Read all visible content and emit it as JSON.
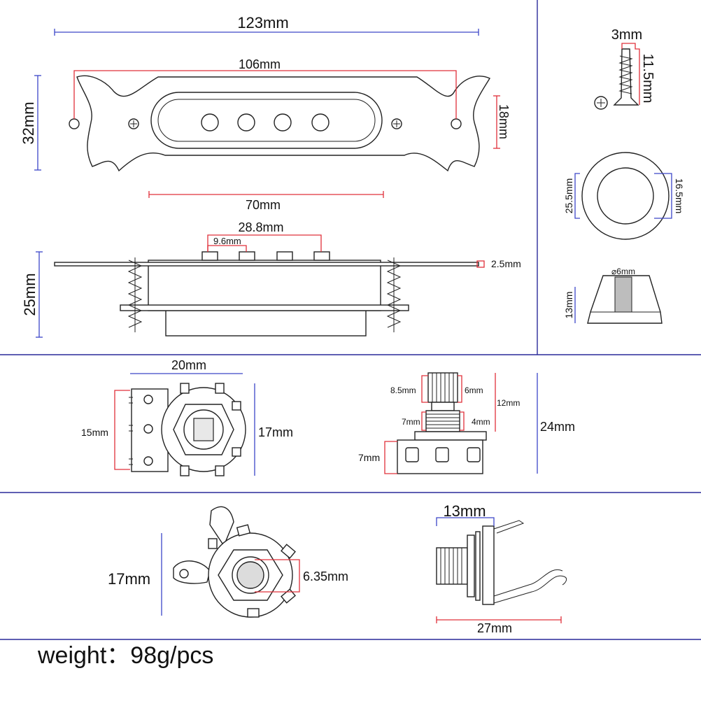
{
  "colors": {
    "divider": "#2a2a9a",
    "blue_dimension": "#3c46c8",
    "red_dimension": "#e0303a",
    "outline": "#222222"
  },
  "pickup_top": {
    "overall_length": "123mm",
    "mount_hole_span": "106mm",
    "height": "32mm",
    "cover_height": "18mm",
    "cover_length": "70mm"
  },
  "pickup_side": {
    "pole_span": "28.8mm",
    "pole_diameter": "9.6mm",
    "plate_thickness": "2.5mm",
    "height": "25mm"
  },
  "screw": {
    "diameter": "3mm",
    "length": "11.5mm"
  },
  "knob_top": {
    "outer": "25.5mm",
    "inner": "16.5mm"
  },
  "knob_side": {
    "hole": "⌀6mm",
    "height": "13mm"
  },
  "switch": {
    "width": "20mm",
    "lug_span": "15mm",
    "height": "17mm"
  },
  "pot": {
    "shaft_diameter": "8.5mm",
    "knurl": "6mm",
    "shaft_length": "12mm",
    "thread": "7mm",
    "thread_length": "4mm",
    "body_height": "7mm",
    "total_height": "24mm"
  },
  "jack_front": {
    "height": "17mm",
    "hole": "6.35mm"
  },
  "jack_side": {
    "thread_length": "13mm",
    "length": "27mm"
  },
  "weight": "weight：98g/pcs"
}
